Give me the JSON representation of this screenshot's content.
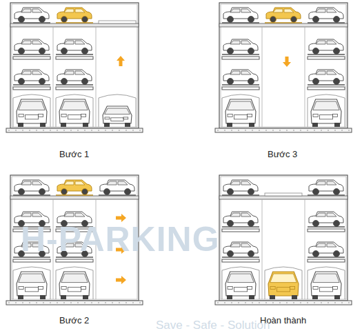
{
  "diagram": {
    "labels": [
      "Bước 1",
      "Bước 3",
      "Bước 2",
      "Hoàn thành",
      "H-PARKING",
      "Save - Safe - Solution"
    ]
  }
}
